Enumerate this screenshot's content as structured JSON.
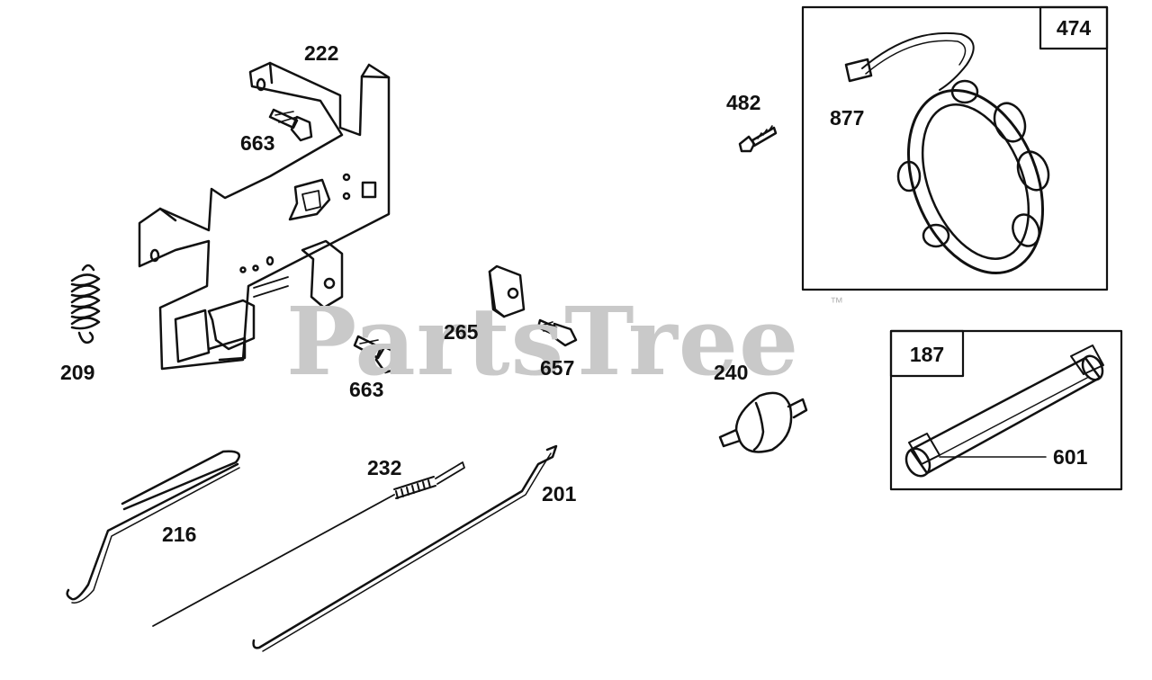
{
  "watermark": {
    "text": "PartsTree",
    "trademark": "™"
  },
  "part_labels": {
    "p222": "222",
    "p663a": "663",
    "p663b": "663",
    "p209": "209",
    "p265": "265",
    "p657": "657",
    "p482": "482",
    "p877": "877",
    "p240": "240",
    "p232": "232",
    "p201": "201",
    "p216": "216",
    "p601": "601"
  },
  "box_labels": {
    "b474": "474",
    "b187": "187"
  }
}
